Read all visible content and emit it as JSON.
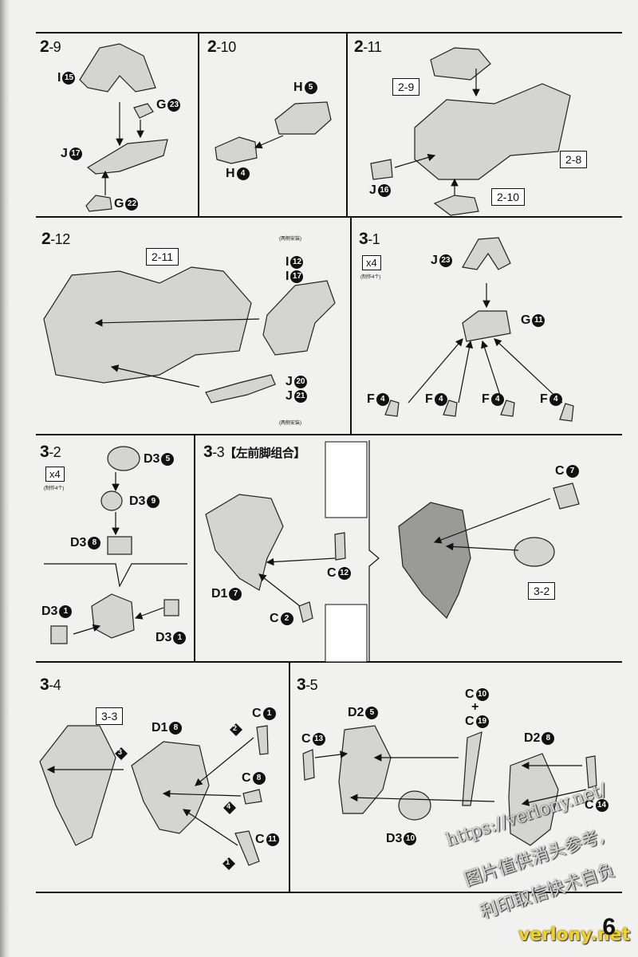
{
  "page_number": "6",
  "steps": {
    "s2_9": {
      "main": "2",
      "sub": "-9"
    },
    "s2_10": {
      "main": "2",
      "sub": "-10"
    },
    "s2_11": {
      "main": "2",
      "sub": "-11"
    },
    "s2_12": {
      "main": "2",
      "sub": "-12"
    },
    "s3_1": {
      "main": "3",
      "sub": "-1"
    },
    "s3_2": {
      "main": "3",
      "sub": "-2"
    },
    "s3_3": {
      "main": "3",
      "sub": "-3"
    },
    "s3_4": {
      "main": "3",
      "sub": "-4"
    },
    "s3_5": {
      "main": "3",
      "sub": "-5"
    }
  },
  "step_3_3_title": "【左前脚组合】",
  "parts": {
    "i15": {
      "letter": "I",
      "num": "15"
    },
    "g23": {
      "letter": "G",
      "num": "23"
    },
    "j17": {
      "letter": "J",
      "num": "17"
    },
    "g22": {
      "letter": "G",
      "num": "22"
    },
    "h5": {
      "letter": "H",
      "num": "5"
    },
    "h4": {
      "letter": "H",
      "num": "4"
    },
    "j16": {
      "letter": "J",
      "num": "16"
    },
    "i12": {
      "letter": "I",
      "num": "12"
    },
    "i17": {
      "letter": "I",
      "num": "17"
    },
    "j20": {
      "letter": "J",
      "num": "20"
    },
    "j21": {
      "letter": "J",
      "num": "21"
    },
    "j23": {
      "letter": "J",
      "num": "23"
    },
    "g11": {
      "letter": "G",
      "num": "11"
    },
    "f4a": {
      "letter": "F",
      "num": "4"
    },
    "f4b": {
      "letter": "F",
      "num": "4"
    },
    "f4c": {
      "letter": "F",
      "num": "4"
    },
    "f4d": {
      "letter": "F",
      "num": "4"
    },
    "d35": {
      "letter": "D3",
      "num": "5"
    },
    "d39": {
      "letter": "D3",
      "num": "9"
    },
    "d38": {
      "letter": "D3",
      "num": "8"
    },
    "d31a": {
      "letter": "D3",
      "num": "1"
    },
    "d31b": {
      "letter": "D3",
      "num": "1"
    },
    "c7": {
      "letter": "C",
      "num": "7"
    },
    "c12": {
      "letter": "C",
      "num": "12"
    },
    "d17": {
      "letter": "D1",
      "num": "7"
    },
    "c2": {
      "letter": "C",
      "num": "2"
    },
    "d18": {
      "letter": "D1",
      "num": "8"
    },
    "c1": {
      "letter": "C",
      "num": "1"
    },
    "c8": {
      "letter": "C",
      "num": "8"
    },
    "c11": {
      "letter": "C",
      "num": "11"
    },
    "d25": {
      "letter": "D2",
      "num": "5"
    },
    "c13": {
      "letter": "C",
      "num": "13"
    },
    "c10": {
      "letter": "C",
      "num": "10"
    },
    "c19": {
      "letter": "C",
      "num": "19"
    },
    "d28": {
      "letter": "D2",
      "num": "8"
    },
    "c14": {
      "letter": "C",
      "num": "14"
    },
    "d310": {
      "letter": "D3",
      "num": "10"
    }
  },
  "plus": "+",
  "refs": {
    "r2_9": "2-9",
    "r2_8": "2-8",
    "r2_10": "2-10",
    "r2_11": "2-11",
    "r3_2": "3-2",
    "r3_3": "3-3"
  },
  "quantity": {
    "x4": "x4",
    "make4": "(制作4个)"
  },
  "both_sides": "(两侧安装)",
  "order_marks": {
    "o1": "1",
    "o2": "2",
    "o3": "3",
    "o4": "4"
  },
  "watermark": {
    "url": "https://verlony.net/",
    "line1": "图片值供消头参考,",
    "line2": "利印取信快术自负",
    "site": "verlony.net"
  }
}
